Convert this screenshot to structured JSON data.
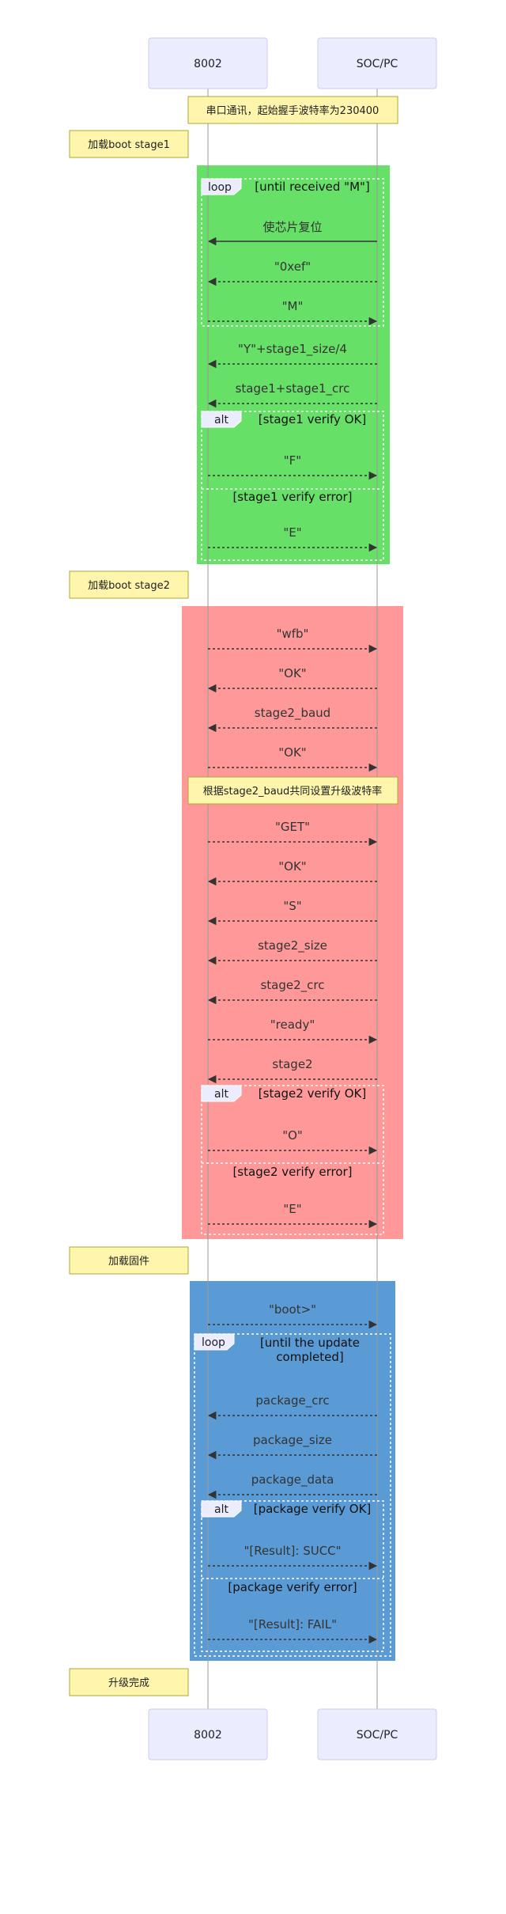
{
  "actors": [
    "8002",
    "SOC/PC"
  ],
  "colors": {
    "stage1_bg": "#66e066",
    "stage2_bg": "#ff9999",
    "firmware_bg": "#5b9bd5",
    "actor_fill": "#ececff",
    "actor_stroke": "#ccccee",
    "note_fill": "#fff5ad",
    "note_stroke": "#aaaa33",
    "line": "#333333"
  },
  "notes": {
    "serial": "串口通讯，起始握手波特率为230400",
    "stage1": "加载boot stage1",
    "stage2": "加载boot stage2",
    "baud": "根据stage2_baud共同设置升级波特率",
    "firmware": "加载固件",
    "done": "升级完成"
  },
  "frames": {
    "loop1_label": "loop",
    "loop1_cond": "[until received \"M\"]",
    "alt1_label": "alt",
    "alt1_cond": "[stage1 verify OK]",
    "alt1_else": "[stage1 verify error]",
    "alt2_label": "alt",
    "alt2_cond": "[stage2 verify OK]",
    "alt2_else": "[stage2 verify error]",
    "loop2_label": "loop",
    "loop2_cond_1": "[until the update",
    "loop2_cond_2": "completed]",
    "alt3_label": "alt",
    "alt3_cond": "[package verify OK]",
    "alt3_else": "[package verify error]"
  },
  "messages": {
    "reset": "使芯片复位",
    "m_0xef": "\"0xef\"",
    "m_M": "\"M\"",
    "m_Y": "\"Y\"+stage1_size/4",
    "m_s1crc": "stage1+stage1_crc",
    "m_F": "\"F\"",
    "m_E1": "\"E\"",
    "m_wfb": "\"wfb\"",
    "m_ok1": "\"OK\"",
    "m_baud": "stage2_baud",
    "m_ok2": "\"OK\"",
    "m_get": "\"GET\"",
    "m_ok3": "\"OK\"",
    "m_S": "\"S\"",
    "m_s2size": "stage2_size",
    "m_s2crc": "stage2_crc",
    "m_ready": "\"ready\"",
    "m_stage2": "stage2",
    "m_O": "\"O\"",
    "m_E2": "\"E\"",
    "m_boot": "\"boot>\"",
    "m_pcrc": "package_crc",
    "m_psize": "package_size",
    "m_pdata": "package_data",
    "m_succ": "\"[Result]: SUCC\"",
    "m_fail": "\"[Result]: FAIL\""
  }
}
